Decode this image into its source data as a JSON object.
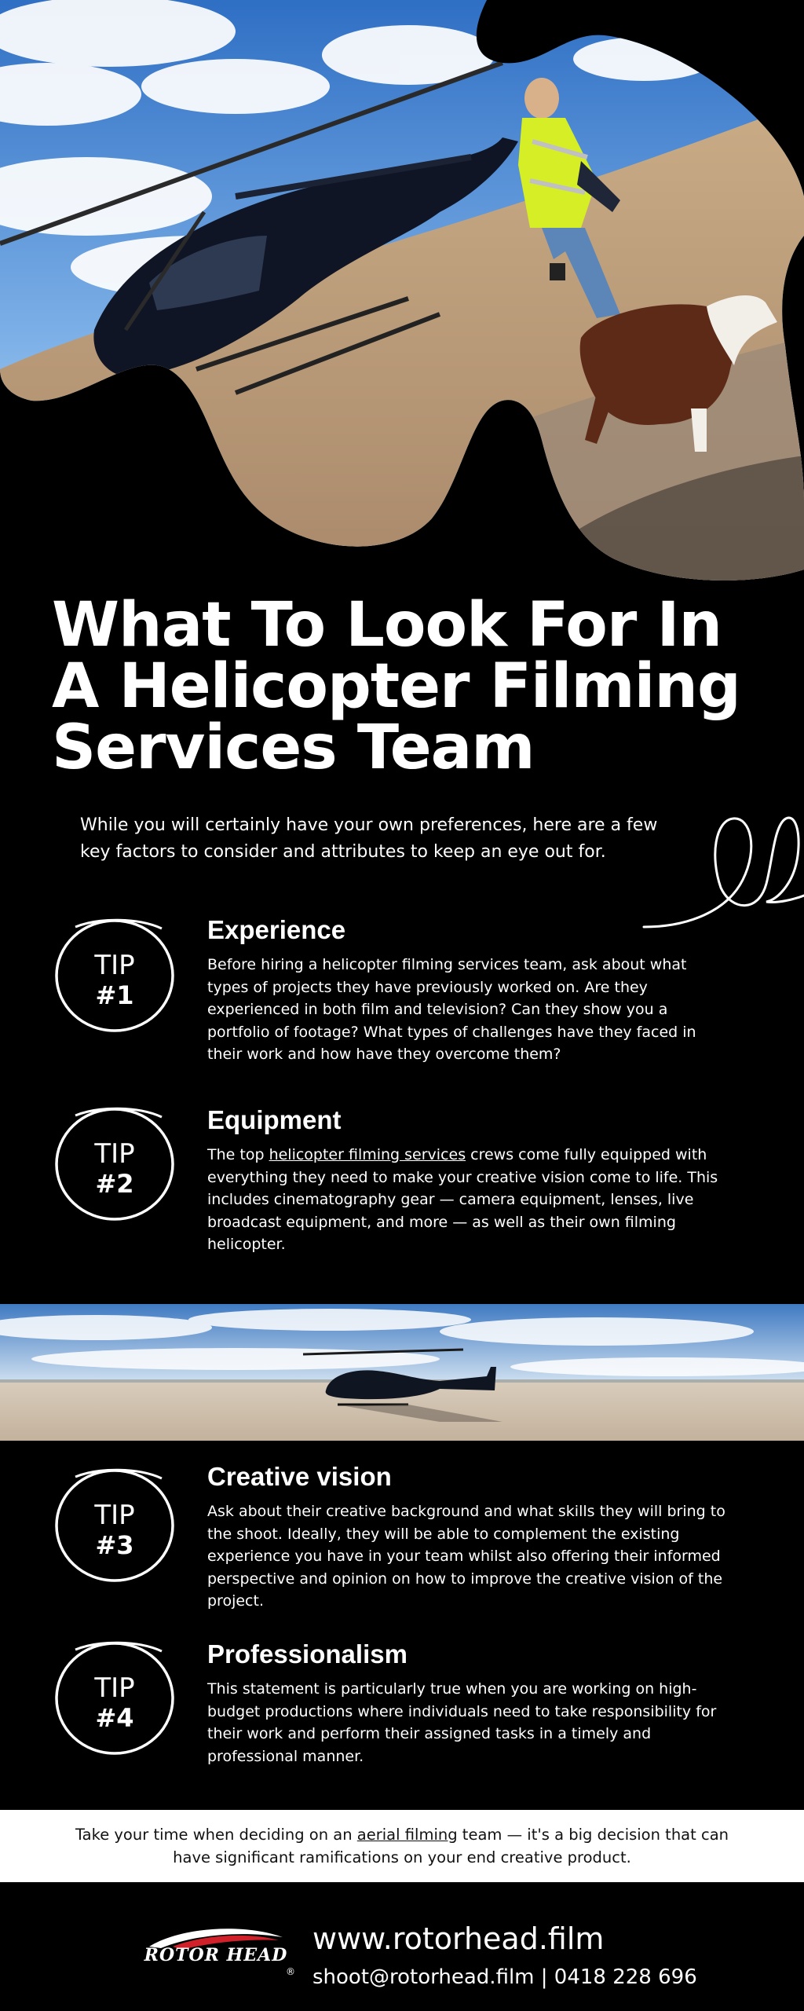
{
  "title": {
    "line1": "What To Look For In",
    "line2": "A Helicopter Filming",
    "line3": "Services Team"
  },
  "intro": "While you will certainly have your own preferences, here are a few key factors to consider and attributes to keep an eye out for.",
  "tips": [
    {
      "badge_word": "TIP",
      "badge_num": "#1",
      "heading": "Experience",
      "body": "Before hiring a helicopter filming services team, ask about what types of projects they have previously worked on. Are they experienced in both film and television? Can they show you a portfolio of footage? What types of challenges have they faced in their work and how have they overcome them?"
    },
    {
      "badge_word": "TIP",
      "badge_num": "#2",
      "heading": "Equipment",
      "body_pre": "The top ",
      "body_link": "helicopter filming services",
      "body_post": " crews come fully equipped with everything they need to make your creative vision come to life. This includes cinematography gear — camera equipment, lenses, live broadcast equipment, and more — as well as their own filming helicopter."
    },
    {
      "badge_word": "TIP",
      "badge_num": "#3",
      "heading": "Creative vision",
      "body": "Ask about their creative background and what skills they will bring to the shoot. Ideally, they will be able to complement the existing experience you have in your team whilst also offering their informed perspective and opinion on how to improve the creative vision of the project."
    },
    {
      "badge_word": "TIP",
      "badge_num": "#4",
      "heading": "Professionalism",
      "body": "This statement is particularly true when you are working on high-budget productions where individuals need to take responsibility for their work and perform their assigned tasks in a timely and professional manner."
    }
  ],
  "conclusion": {
    "pre": "Take your time when deciding on an ",
    "link": "aerial filming",
    "post": " team — it's a big decision that can have significant ramifications on your end creative product."
  },
  "footer": {
    "logo_text": "ROTOR HEAD",
    "logo_mark": "®",
    "url": "www.rotorhead.film",
    "contact": "shoot@rotorhead.film | 0418 228 696"
  },
  "icons": {
    "hero": "helicopter-pilot-dog-photo",
    "mid": "helicopter-salt-flat-photo",
    "swirl": "decorative-swirl-icon",
    "badge": "tip-circle-badge-icon"
  },
  "colors": {
    "background": "#000000",
    "text": "#ffffff",
    "conclusion_bg": "#ffffff",
    "conclusion_text": "#111111",
    "logo_red": "#d0202a"
  }
}
